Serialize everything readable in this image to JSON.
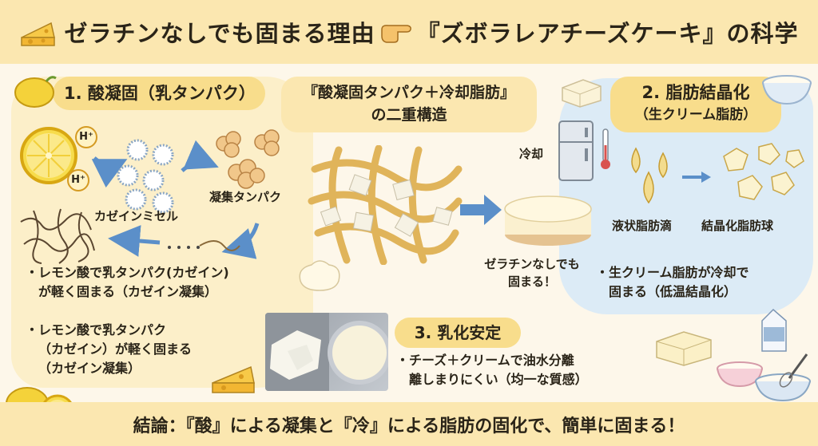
{
  "header": {
    "title_left": "ゼラチンなしでも固まる理由",
    "title_right": "『ズボラレアチーズケーキ』の科学",
    "cheese_icon": "cheese-icon",
    "hand_icon": "pointing-hand-icon"
  },
  "section1": {
    "heading": "1. 酸凝固（乳タンパク）",
    "label_micelle": "カゼインミセル",
    "label_aggregate": "凝集タンパク",
    "ion_label": "H⁺",
    "bullets": [
      [
        "レモン酸で乳タンパク(カゼイン)",
        "が軽く固まる（カゼイン凝集）"
      ],
      [
        "レモン酸で乳タンパク",
        "（カゼイン）が軽く固まる",
        "（カゼイン凝集）"
      ]
    ]
  },
  "center": {
    "label_line1": "『酸凝固タンパク＋冷却脂肪』",
    "label_line2": "の二重構造",
    "cake_caption_line1": "ゼラチンなしでも",
    "cake_caption_line2": "固まる！"
  },
  "section2": {
    "heading": "2. 脂肪結晶化",
    "subheading": "（生クリーム脂肪）",
    "label_cool": "冷却",
    "label_liquid": "液状脂肪滴",
    "label_crystal": "結晶化脂肪球",
    "bullet": [
      "生クリーム脂肪が冷却で",
      "固まる（低温結晶化）"
    ]
  },
  "section3": {
    "heading": "3. 乳化安定",
    "bullet": [
      "チーズ＋クリームで油水分離",
      "離しまりにくい（均一な質感）"
    ]
  },
  "footer": {
    "conclusion": "結論：『酸』による凝集と『冷』による脂肪の固化で、簡単に固まる！"
  },
  "colors": {
    "banner": "#fbe7b0",
    "section1_bg": "#fcefc9",
    "section2_bg": "#dcebf6",
    "pill": "#f8dd8c",
    "arrow_blue": "#5b8fc9",
    "lemon": "#f4d23a"
  }
}
